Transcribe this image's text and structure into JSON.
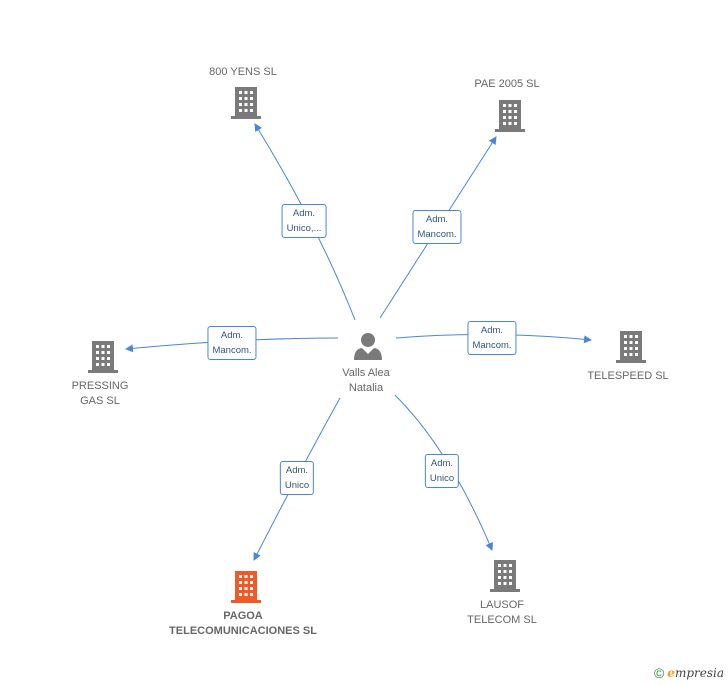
{
  "center": {
    "line1": "Valls Alea",
    "line2": "Natalia",
    "icon": "person-icon"
  },
  "nodes": [
    {
      "id": "800yens",
      "line1": "800 YENS SL",
      "line2": ""
    },
    {
      "id": "pae2005",
      "line1": "PAE 2005 SL",
      "line2": ""
    },
    {
      "id": "pressing",
      "line1": "PRESSING",
      "line2": "GAS SL"
    },
    {
      "id": "telespeed",
      "line1": "TELESPEED SL",
      "line2": ""
    },
    {
      "id": "pagoa",
      "line1": "PAGOA",
      "line2": "TELECOMUNICACIONES SL"
    },
    {
      "id": "lausof",
      "line1": "LAUSOF",
      "line2": "TELECOM SL"
    }
  ],
  "edges": [
    {
      "to": "800yens",
      "line1": "Adm.",
      "line2": "Unico,..."
    },
    {
      "to": "pae2005",
      "line1": "Adm.",
      "line2": "Mancom."
    },
    {
      "to": "pressing",
      "line1": "Adm.",
      "line2": "Mancom."
    },
    {
      "to": "telespeed",
      "line1": "Adm.",
      "line2": "Mancom."
    },
    {
      "to": "pagoa",
      "line1": "Adm.",
      "line2": "Unico"
    },
    {
      "to": "lausof",
      "line1": "Adm.",
      "line2": "Unico"
    }
  ],
  "colors": {
    "edge": "#4a86d8",
    "building": "#7a7a7a",
    "building_highlight": "#f05a28",
    "person": "#7a7a7a"
  },
  "brand": {
    "copyright": "©",
    "initial": "e",
    "name": "mpresia"
  }
}
